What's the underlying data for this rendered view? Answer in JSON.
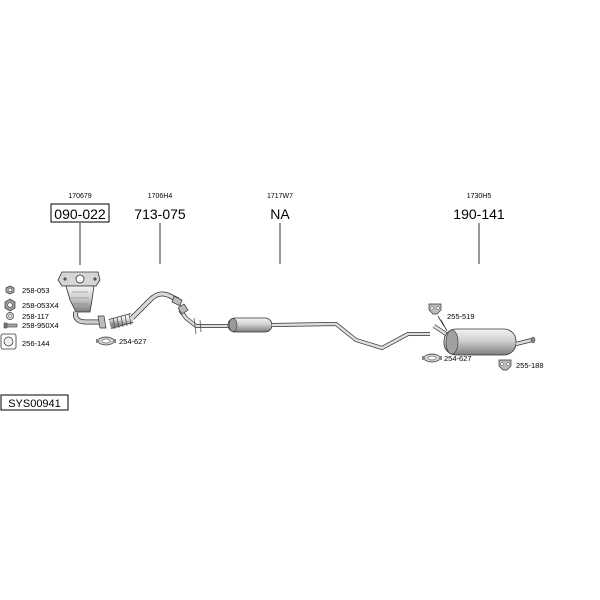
{
  "title_ref": "",
  "assemblies": [
    {
      "ref": "170679",
      "code": "090-022",
      "boxed": true
    },
    {
      "ref": "1706H4",
      "code": "713-075",
      "boxed": false
    },
    {
      "ref": "1717W7",
      "code": "NA",
      "boxed": false
    },
    {
      "ref": "1730H5",
      "code": "190-141",
      "boxed": false
    }
  ],
  "fittings_left": [
    {
      "code": "258-053"
    },
    {
      "code": "258-053X4"
    },
    {
      "code": "258-117"
    },
    {
      "code": "258-950X4"
    },
    {
      "code": "256-144"
    }
  ],
  "fittings_misc": {
    "clamp_front": "254-627",
    "hanger_top": "255-519",
    "clamp_rear": "254-627",
    "hanger_rear": "255-188"
  },
  "system_code": "SYS00941",
  "colors": {
    "line": "#333333",
    "fill_light": "#e6e6e6",
    "fill_mid": "#bdbdbd",
    "fill_dark": "#8a8a8a"
  }
}
